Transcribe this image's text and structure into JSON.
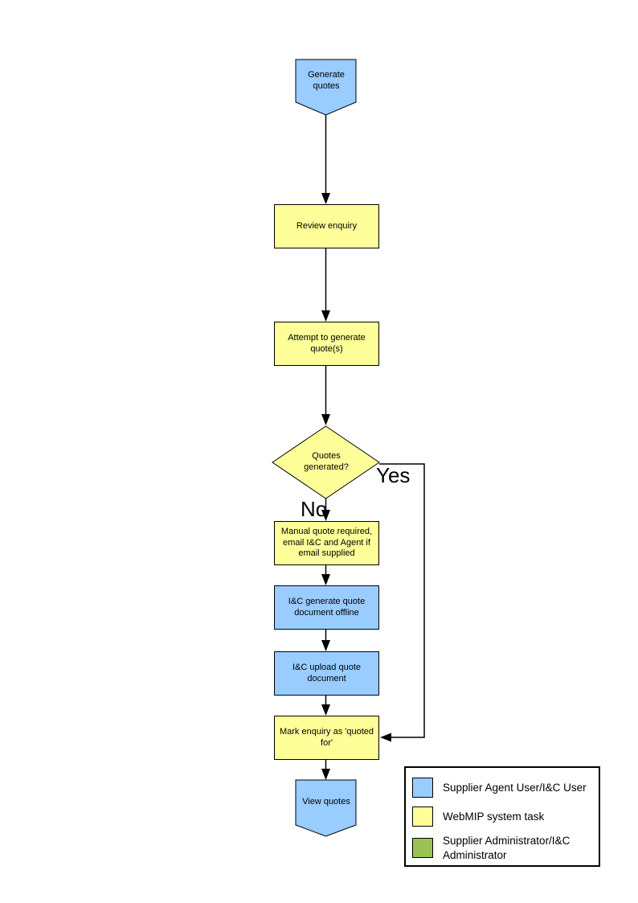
{
  "flowchart": {
    "start_label": "Generate quotes",
    "review_label": "Review enquiry",
    "attempt_label": "Attempt to generate quote(s)",
    "decision_label": "Quotes generated?",
    "yes_label": "Yes",
    "no_label": "No",
    "manual_label": "Manual quote required, email I&C and Agent if email supplied",
    "offline_label": "I&C generate quote document offline",
    "upload_label": "I&C upload quote document",
    "mark_label": "Mark enquiry as 'quoted for'",
    "end_label": "View quotes"
  },
  "legend": {
    "items": [
      {
        "label": "Supplier Agent User/I&C User",
        "color": "#99CCFF"
      },
      {
        "label": "WebMIP system task",
        "color": "#FFFF99"
      },
      {
        "label": "Supplier Administrator/I&C Administrator",
        "color": "#99C355"
      }
    ]
  },
  "colors": {
    "actor_task_blue": "#99CCFF",
    "system_task_yellow": "#FFFF99",
    "admin_task_green": "#99C355",
    "stroke": "#000000",
    "background": "#FFFFFF"
  }
}
